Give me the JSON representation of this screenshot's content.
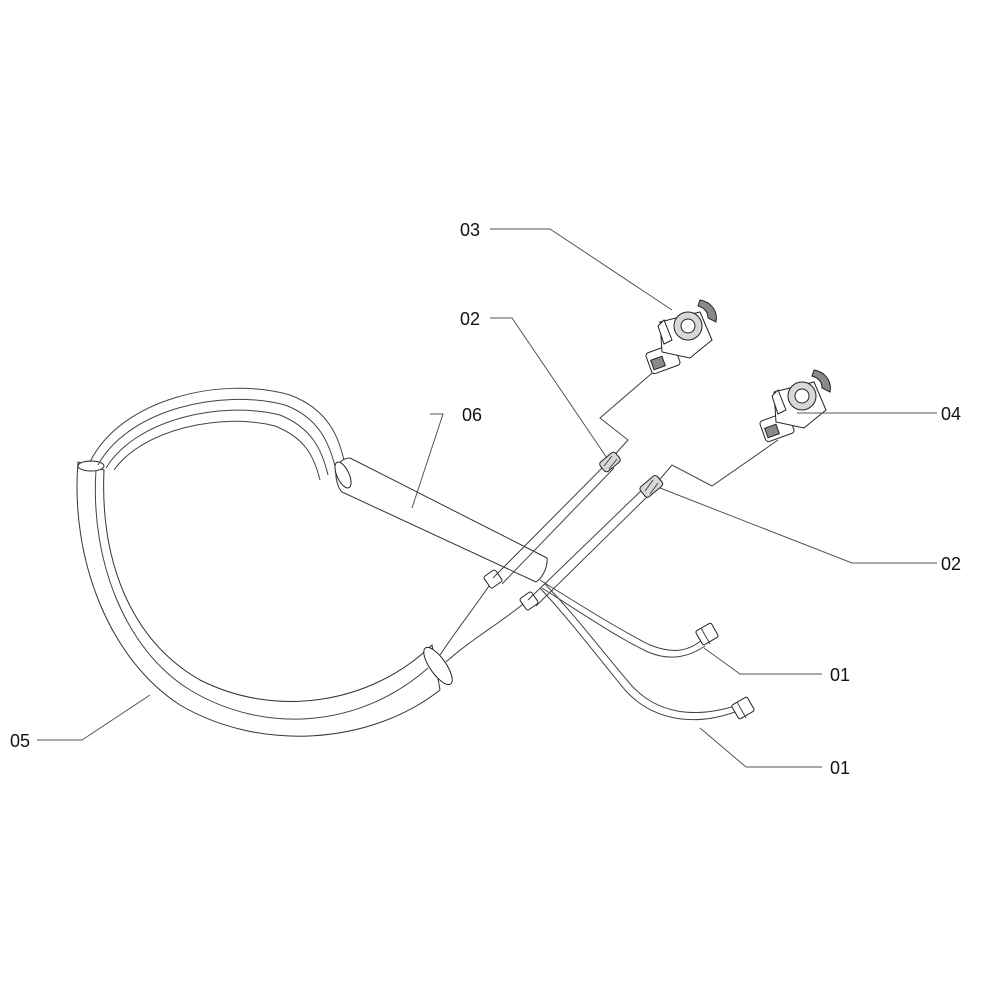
{
  "callouts": {
    "hose_end_a": "01",
    "hose_end_b": "01",
    "fitting_a": "02",
    "fitting_b": "02",
    "coupling_head_a": "03",
    "coupling_head_b": "04",
    "protective_sleeve_large": "05",
    "protective_sleeve_small": "06"
  },
  "colors": {
    "line": "#333333",
    "leader": "#555555",
    "background": "#ffffff"
  }
}
